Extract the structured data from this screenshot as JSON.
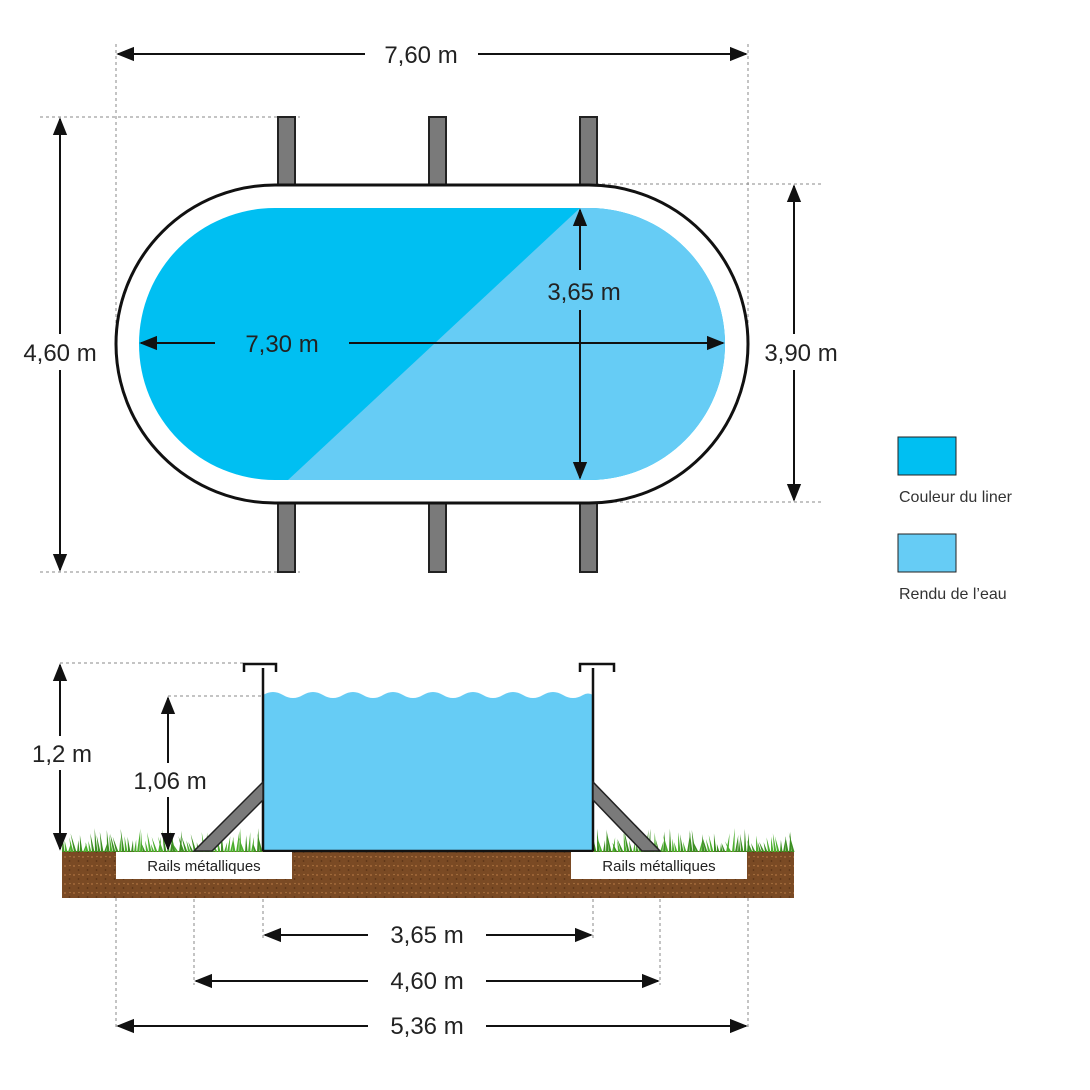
{
  "top_view": {
    "overall_length": "7,60 m",
    "overall_width": "4,60 m",
    "liner_length": "7,30 m",
    "liner_width": "3,65 m",
    "outer_width": "3,90 m"
  },
  "legend": {
    "items": [
      {
        "label": "Couleur du liner",
        "color": "#00bff2"
      },
      {
        "label": "Rendu de l’eau",
        "color": "#66ccf5"
      }
    ]
  },
  "side_view": {
    "total_height": "1,2 m",
    "water_height": "1,06 m",
    "rail_left_label": "Rails métalliques",
    "rail_right_label": "Rails métalliques",
    "inner_width": "3,65 m",
    "mid_width": "4,60 m",
    "total_width": "5,36 m"
  },
  "colors": {
    "liner": "#00bff2",
    "water": "#66ccf5",
    "post": "#7a7a7a",
    "soil": "#7a4a24",
    "grass": "#4cae2e"
  }
}
